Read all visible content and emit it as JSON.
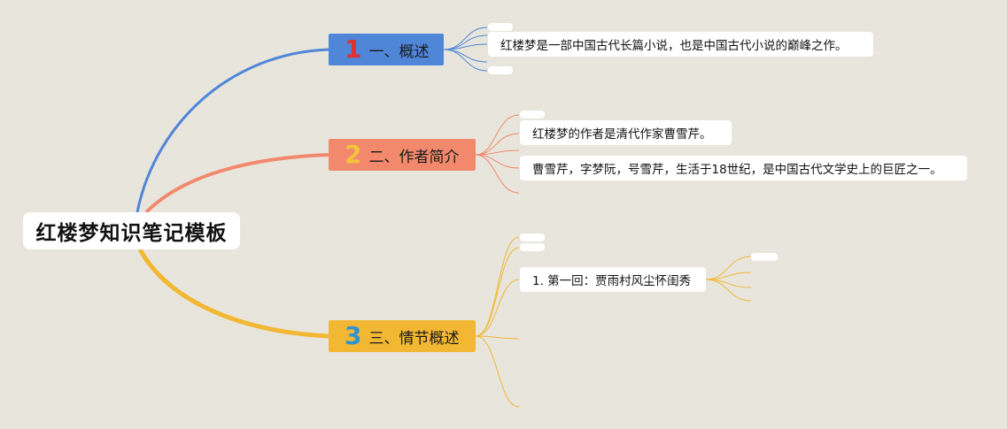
{
  "root": {
    "title": "红楼梦知识笔记模板"
  },
  "branches": [
    {
      "number": "1",
      "title": "一、概述",
      "color": "#4f86d8",
      "number_color": "#e0312f",
      "children": [
        "红楼梦是一部中国古代长篇小说，也是中国古代小说的巅峰之作。"
      ]
    },
    {
      "number": "2",
      "title": "二、作者简介",
      "color": "#f2896c",
      "number_color": "#f5c33b",
      "children": [
        "红楼梦的作者是清代作家曹雪芹。",
        "曹雪芹，字梦阮，号雪芹，生活于18世纪，是中国古代文学史上的巨匠之一。"
      ]
    },
    {
      "number": "3",
      "title": "三、情节概述",
      "color": "#f2b833",
      "number_color": "#2f93d3",
      "children": [
        "1. 第一回：贾雨村风尘怀闺秀"
      ]
    }
  ],
  "colors": {
    "background": "#e8e5dd",
    "line_blue": "#4f86d8",
    "line_orange": "#f2896c",
    "line_yellow": "#f2b833"
  }
}
